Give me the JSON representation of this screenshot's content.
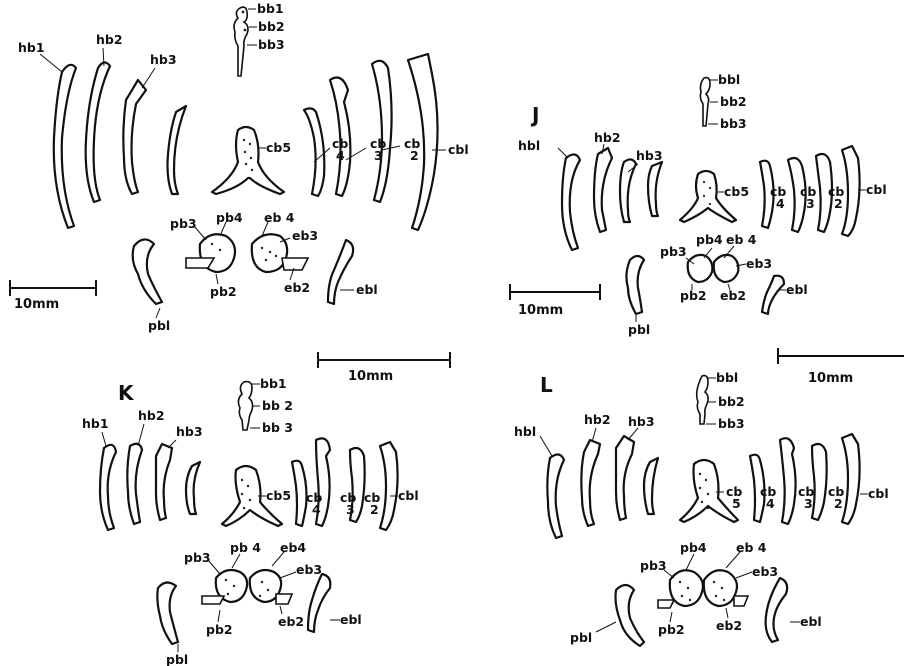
{
  "panel_letters": {
    "J": "J",
    "K": "K",
    "L": "L"
  },
  "scale_bar_label": "10mm",
  "panel_I": {
    "basibranchials": [
      "bb1",
      "bb2",
      "bb3"
    ],
    "hypobranchials": [
      "hb1",
      "hb2",
      "hb3"
    ],
    "ceratobranchials": [
      "cb5",
      "cb\n4",
      "cb\n3",
      "cb\n2",
      "cbl"
    ],
    "pharyngobranchials": [
      "pb3",
      "pb4",
      "pb2",
      "pbl"
    ],
    "epibranchials": [
      "eb 4",
      "eb3",
      "eb2",
      "ebl"
    ]
  },
  "panel_J": {
    "basibranchials": [
      "bbl",
      "bb2",
      "bb3"
    ],
    "hypobranchials": [
      "hbl",
      "hb2",
      "hb3"
    ],
    "ceratobranchials": [
      "cb5",
      "cb\n4",
      "cb\n3",
      "cb\n2",
      "cbl"
    ],
    "pharyngobranchials": [
      "pb3",
      "pb4",
      "pb2",
      "pbl"
    ],
    "epibranchials": [
      "eb 4",
      "eb3",
      "eb2",
      "ebl"
    ]
  },
  "panel_K": {
    "basibranchials": [
      "bb1",
      "bb 2",
      "bb 3"
    ],
    "hypobranchials": [
      "hb1",
      "hb2",
      "hb3"
    ],
    "ceratobranchials": [
      "cb5",
      "cb\n4",
      "cb\n3",
      "cb\n2",
      "cbl"
    ],
    "pharyngobranchials": [
      "pb3",
      "pb 4",
      "pb2",
      "pbl"
    ],
    "epibranchials": [
      "eb4",
      "eb3",
      "eb2",
      "ebl"
    ]
  },
  "panel_L": {
    "basibranchials": [
      "bbl",
      "bb2",
      "bb3"
    ],
    "hypobranchials": [
      "hbl",
      "hb2",
      "hb3"
    ],
    "ceratobranchials": [
      "cb\n5",
      "cb\n4",
      "cb\n3",
      "cb\n2",
      "cbl"
    ],
    "pharyngobranchials": [
      "pb3",
      "pb4",
      "pb2",
      "pbl"
    ],
    "epibranchials": [
      "eb 4",
      "eb3",
      "eb2",
      "ebl"
    ]
  }
}
